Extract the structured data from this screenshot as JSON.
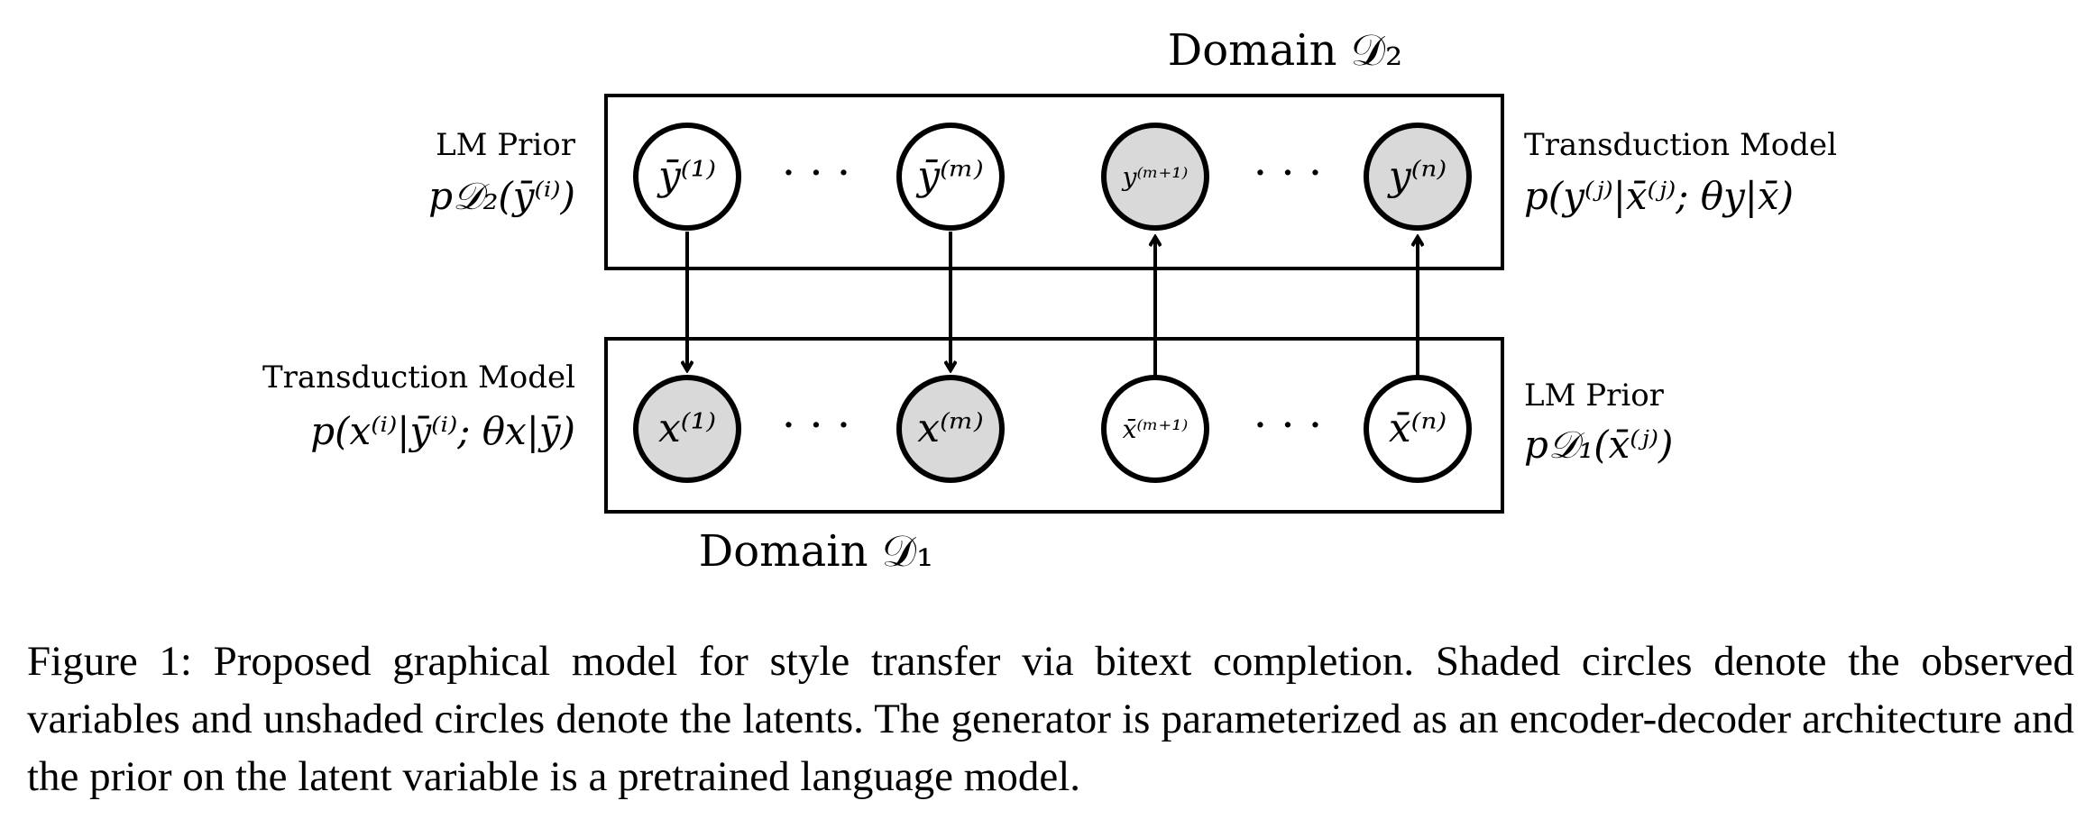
{
  "diagram": {
    "domain_top": "Domain 𝒟₂",
    "domain_bottom": "Domain 𝒟₁",
    "top_left_label": {
      "title": "LM Prior",
      "formula": "p𝒟₂(ȳ⁽ⁱ⁾)"
    },
    "top_right_label": {
      "title": "Transduction Model",
      "formula": "p(y⁽ʲ⁾|x̄⁽ʲ⁾; θy|x̄)"
    },
    "bottom_left_label": {
      "title": "Transduction Model",
      "formula": "p(x⁽ⁱ⁾|ȳ⁽ⁱ⁾; θx|ȳ)"
    },
    "bottom_right_label": {
      "title": "LM Prior",
      "formula": "p𝒟₁(x̄⁽ʲ⁾)"
    },
    "top_nodes": [
      "ȳ⁽¹⁾",
      "ȳ⁽ᵐ⁾",
      "y⁽ᵐ⁺¹⁾",
      "y⁽ⁿ⁾"
    ],
    "bottom_nodes": [
      "x⁽¹⁾",
      "x⁽ᵐ⁾",
      "x̄⁽ᵐ⁺¹⁾",
      "x̄⁽ⁿ⁾"
    ],
    "shaded": {
      "top": [
        false,
        false,
        true,
        true
      ],
      "bottom": [
        true,
        true,
        false,
        false
      ]
    },
    "ellipsis": "· · ·",
    "colors": {
      "shaded_fill": "#d9d9d9",
      "stroke": "#000000"
    }
  },
  "caption": "Figure 1: Proposed graphical model for style transfer via bitext completion. Shaded circles denote the observed variables and unshaded circles denote the latents. The generator is parameterized as an encoder-decoder architecture and the prior on the latent variable is a pretrained language model."
}
